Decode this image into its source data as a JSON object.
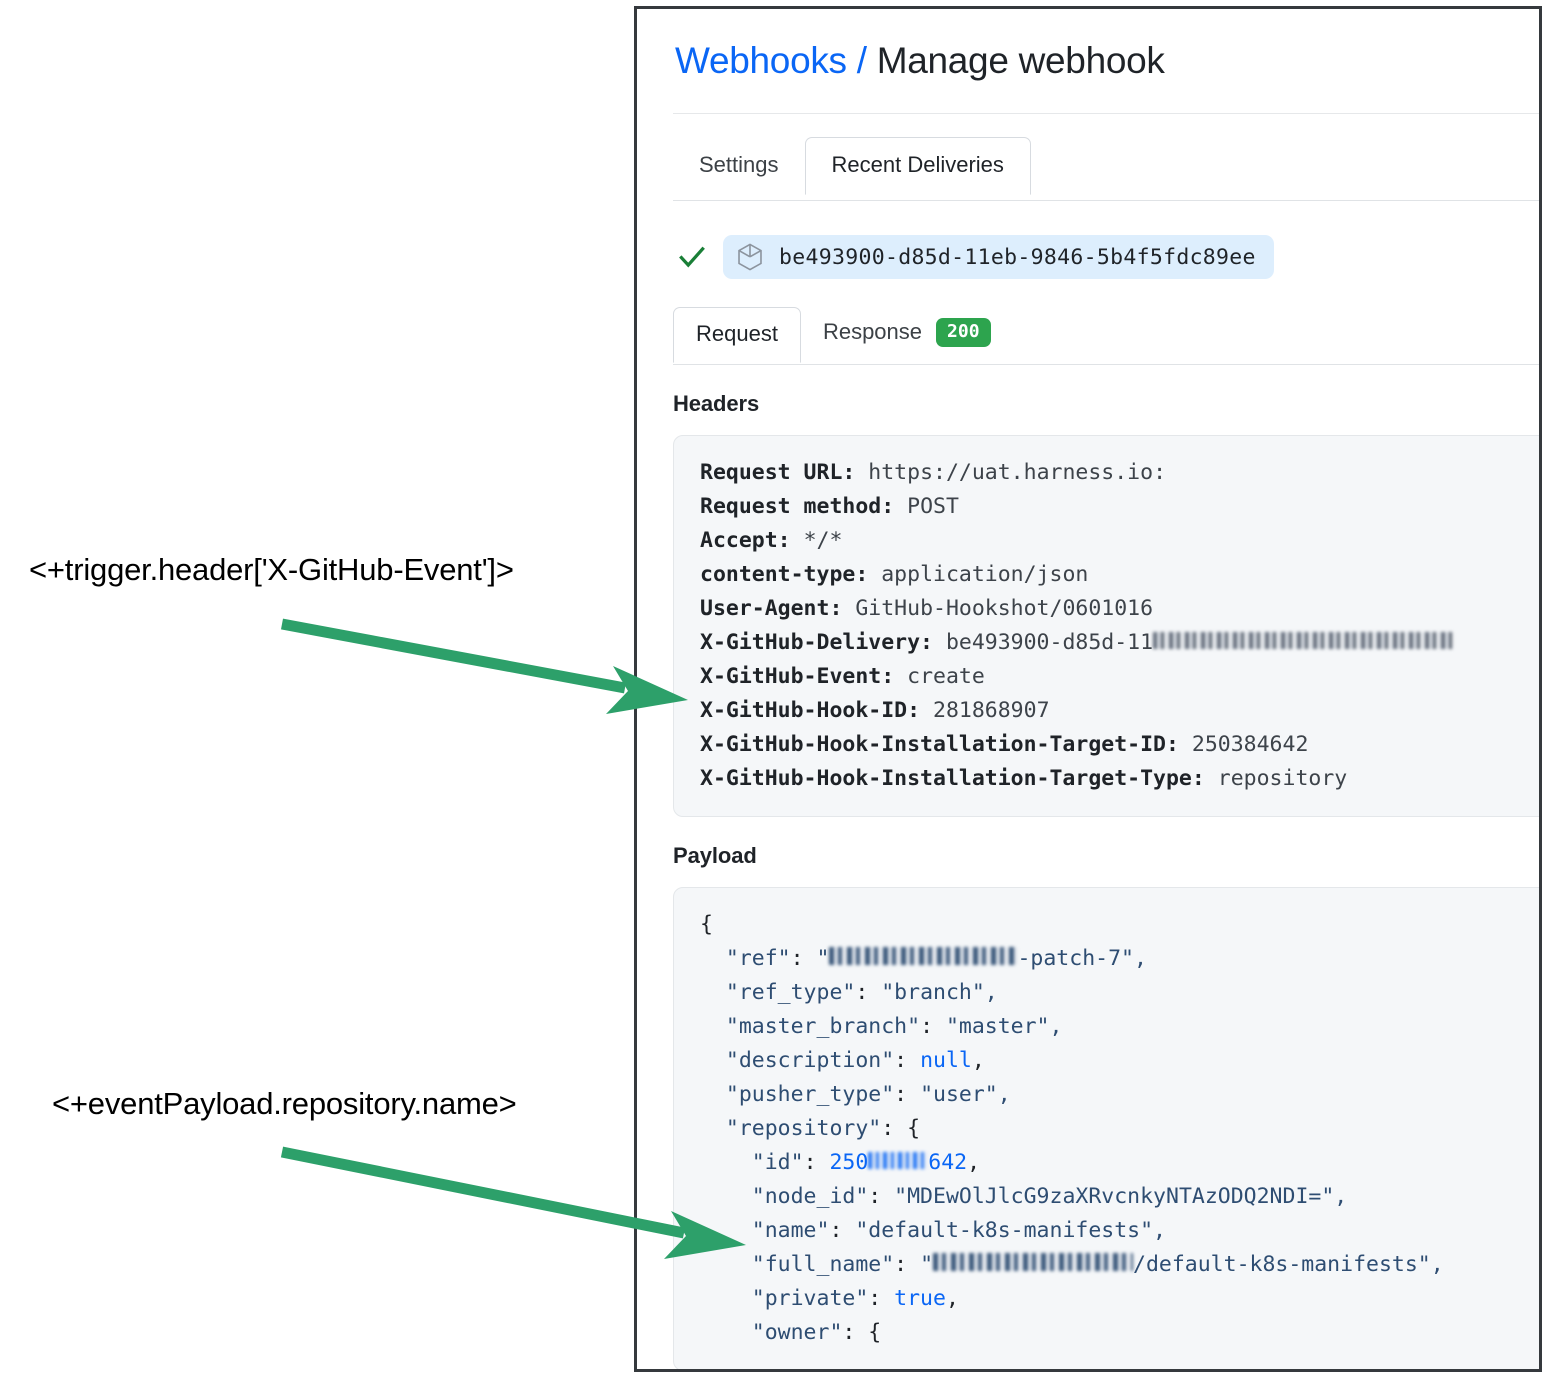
{
  "annotations": {
    "trigger_header": "<+trigger.header['X-GitHub-Event']>",
    "event_payload": "<+eventPayload.repository.name>",
    "arrow_color": "#2da06a"
  },
  "panel": {
    "breadcrumb": {
      "parent": "Webhooks",
      "separator": "/",
      "current": "Manage webhook",
      "link_color": "#0a66f5"
    },
    "tabs": [
      {
        "label": "Settings",
        "active": false
      },
      {
        "label": "Recent Deliveries",
        "active": true
      }
    ],
    "delivery": {
      "status_icon": "check-icon",
      "status_color": "#1a7f37",
      "package_icon": "cube-icon",
      "guid": "be493900-d85d-11eb-9846-5b4f5fdc89ee",
      "pill_background": "#ddeefd"
    },
    "subtabs": [
      {
        "label": "Request",
        "active": true,
        "badge": null
      },
      {
        "label": "Response",
        "active": false,
        "badge": "200",
        "badge_color": "#2da44e"
      }
    ],
    "headers_section": {
      "title": "Headers",
      "lines": [
        {
          "key": "Request URL:",
          "value": "https://uat.harness.io:"
        },
        {
          "key": "Request method:",
          "value": "POST"
        },
        {
          "key": "Accept:",
          "value": "*/*"
        },
        {
          "key": "content-type:",
          "value": "application/json"
        },
        {
          "key": "User-Agent:",
          "value": "GitHub-Hookshot/0601016"
        },
        {
          "key": "X-GitHub-Delivery:",
          "value": "be493900-d85d-11",
          "redacted_suffix": true
        },
        {
          "key": "X-GitHub-Event:",
          "value": "create"
        },
        {
          "key": "X-GitHub-Hook-ID:",
          "value": "281868907"
        },
        {
          "key": "X-GitHub-Hook-Installation-Target-ID:",
          "value": "250384642"
        },
        {
          "key": "X-GitHub-Hook-Installation-Target-Type:",
          "value": "repository"
        }
      ]
    },
    "payload_section": {
      "title": "Payload",
      "lines": [
        {
          "text": "{"
        },
        {
          "key": "\"ref\"",
          "value_prefix": "\"",
          "redacted": true,
          "value_suffix": "-patch-7\","
        },
        {
          "key": "\"ref_type\"",
          "value": "\"branch\","
        },
        {
          "key": "\"master_branch\"",
          "value": "\"master\","
        },
        {
          "key": "\"description\"",
          "literal": "null",
          "suffix": ","
        },
        {
          "key": "\"pusher_type\"",
          "value": "\"user\","
        },
        {
          "key": "\"repository\"",
          "value": "{"
        },
        {
          "key": "\"id\"",
          "num_prefix": "250",
          "redacted": true,
          "num_suffix": "642",
          "suffix": ","
        },
        {
          "key": "\"node_id\"",
          "value": "\"MDEwOlJlcG9zaXRvcnkyNTAzODQ2NDI=\","
        },
        {
          "key": "\"name\"",
          "value": "\"default-k8s-manifests\","
        },
        {
          "key": "\"full_name\"",
          "value_prefix": "\"",
          "redacted": true,
          "value_suffix": "/default-k8s-manifests\","
        },
        {
          "key": "\"private\"",
          "literal": "true",
          "suffix": ","
        },
        {
          "key": "\"owner\"",
          "value": "{"
        }
      ]
    }
  }
}
